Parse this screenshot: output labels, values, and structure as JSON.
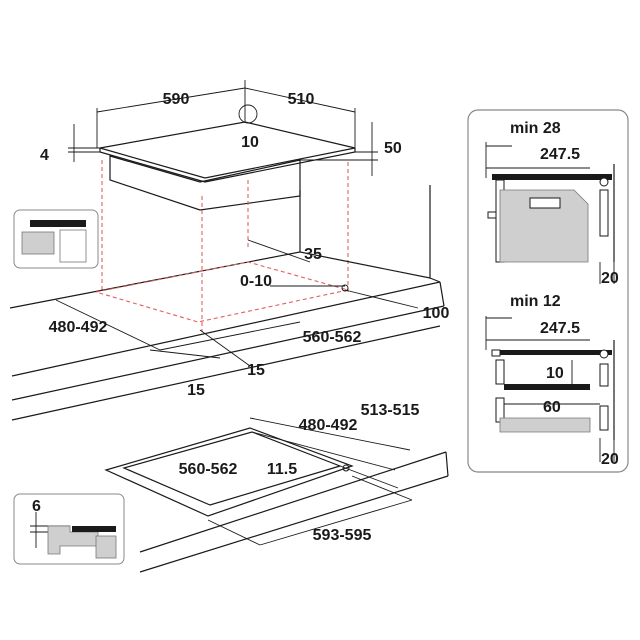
{
  "colors": {
    "line": "#1a1a1a",
    "cutout_guide": "#e06060",
    "panel_border": "#888888",
    "fill_gray": "#cfcfcf"
  },
  "hob": {
    "width": "590",
    "depth": "510",
    "thickness": "4",
    "height": "50",
    "center_mark": "10"
  },
  "cutout_top": {
    "margin_back": "35",
    "tolerance": "0-10",
    "margin_side": "100",
    "depth_range": "480-492",
    "width_range": "560-562",
    "margin_left": "15",
    "margin_front": "15"
  },
  "cutout_flush": {
    "outer_depth": "513-515",
    "inner_depth": "480-492",
    "inner_width": "560-562",
    "gap": "11.5",
    "outer_width": "593-595"
  },
  "detail_flush": {
    "step": "6"
  },
  "install_top": {
    "min_label": "min 28",
    "depth": "247.5",
    "wall": "20"
  },
  "install_bottom": {
    "min_label": "min 12",
    "depth": "247.5",
    "gap": "10",
    "drawer": "60",
    "wall": "20"
  }
}
